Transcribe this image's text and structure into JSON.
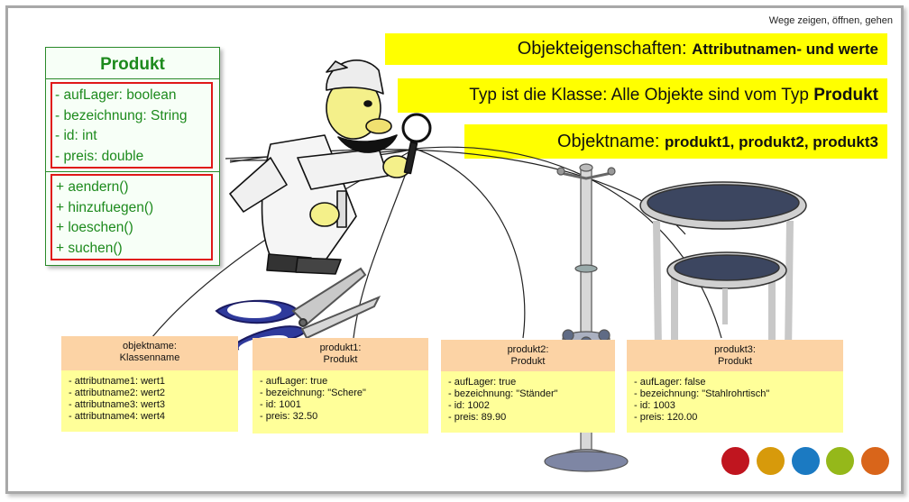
{
  "header_note": "Wege zeigen, öffnen, gehen",
  "banners": [
    {
      "normal": "Objekteigenschaften: ",
      "bold": "Attributnamen- und werte"
    },
    {
      "normal": "Typ ist die Klasse: Alle Objekte sind vom Typ ",
      "bold": "Produkt"
    },
    {
      "normal": "Objektname: ",
      "bold": "produkt1, produkt2, produkt3"
    }
  ],
  "uml_class": {
    "name": "Produkt",
    "attributes": [
      "- aufLager: boolean",
      "- bezeichnung: String",
      "- id: int",
      "- preis: double"
    ],
    "methods": [
      "+  aendern()",
      "+  hinzufuegen()",
      "+  loeschen()",
      "+  suchen()"
    ]
  },
  "objects": [
    {
      "head": [
        "objektname:",
        "Klassenname"
      ],
      "attrs": [
        "- attributname1: wert1",
        "- attributname2: wert2",
        "- attributname3: wert3",
        "- attributname4: wert4"
      ]
    },
    {
      "head": [
        "produkt1:",
        "Produkt"
      ],
      "attrs": [
        "- aufLager:  true",
        "- bezeichnung:  \"Schere\"",
        "- id:  1001",
        "- preis: 32.50"
      ]
    },
    {
      "head": [
        "produkt2:",
        "Produkt"
      ],
      "attrs": [
        "- aufLager:  true",
        "- bezeichnung:  \"Ständer\"",
        "- id: 1002",
        "- preis: 89.90"
      ]
    },
    {
      "head": [
        "produkt3:",
        "Produkt"
      ],
      "attrs": [
        "- aufLager:  false",
        "- bezeichnung:  \"Stahlrohrtisch\"",
        "- id: 1003",
        "- preis: 120.00"
      ]
    }
  ],
  "illustrations": [
    "detective-with-magnifier",
    "scissors-icon",
    "coat-stand-icon",
    "side-table-icon"
  ],
  "colors": {
    "banner": "#ffff00",
    "uml_green": "#1d8a1d",
    "uml_highlight": "#e01818",
    "object_head": "#fcd3a5",
    "object_body": "#ffff99",
    "dots": [
      "#c0151f",
      "#d79a0b",
      "#1b7ac2",
      "#95b81a",
      "#d9651a"
    ]
  }
}
